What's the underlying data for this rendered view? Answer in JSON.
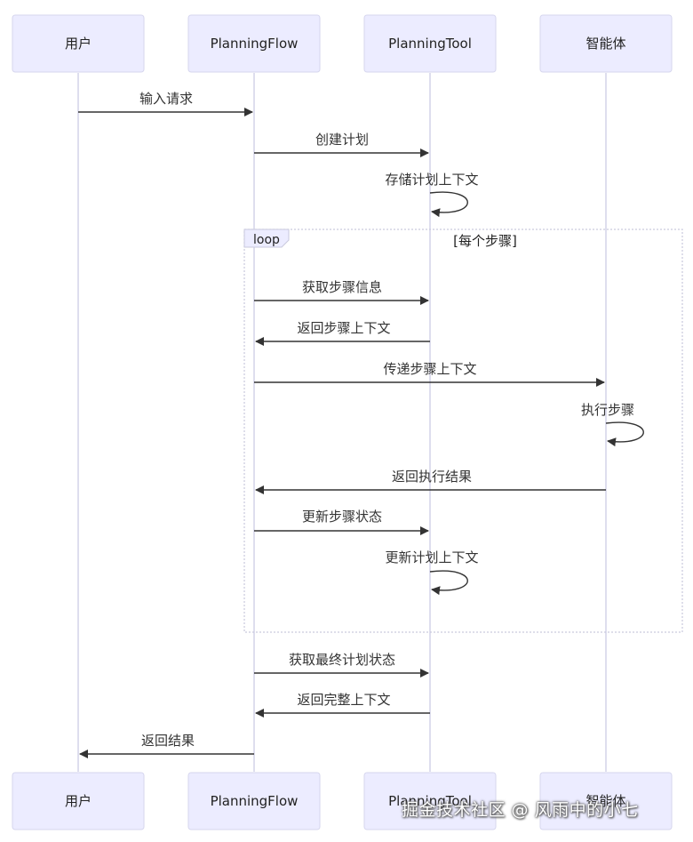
{
  "actors": [
    {
      "id": "user",
      "label": "用户"
    },
    {
      "id": "flow",
      "label": "PlanningFlow"
    },
    {
      "id": "tool",
      "label": "PlanningTool"
    },
    {
      "id": "agent",
      "label": "智能体"
    }
  ],
  "loop": {
    "keyword": "loop",
    "condition": "[每个步骤]"
  },
  "messages": [
    {
      "from": "user",
      "to": "flow",
      "text": "输入请求"
    },
    {
      "from": "flow",
      "to": "tool",
      "text": "创建计划"
    },
    {
      "from": "tool",
      "to": "tool",
      "text": "存储计划上下文"
    },
    {
      "from": "flow",
      "to": "tool",
      "text": "获取步骤信息"
    },
    {
      "from": "tool",
      "to": "flow",
      "text": "返回步骤上下文"
    },
    {
      "from": "flow",
      "to": "agent",
      "text": "传递步骤上下文"
    },
    {
      "from": "agent",
      "to": "agent",
      "text": "执行步骤"
    },
    {
      "from": "agent",
      "to": "flow",
      "text": "返回执行结果"
    },
    {
      "from": "flow",
      "to": "tool",
      "text": "更新步骤状态"
    },
    {
      "from": "tool",
      "to": "tool",
      "text": "更新计划上下文"
    },
    {
      "from": "flow",
      "to": "tool",
      "text": "获取最终计划状态"
    },
    {
      "from": "tool",
      "to": "flow",
      "text": "返回完整上下文"
    },
    {
      "from": "flow",
      "to": "user",
      "text": "返回结果"
    }
  ],
  "watermark": "掘金技术社区 @ 风雨中的小七"
}
